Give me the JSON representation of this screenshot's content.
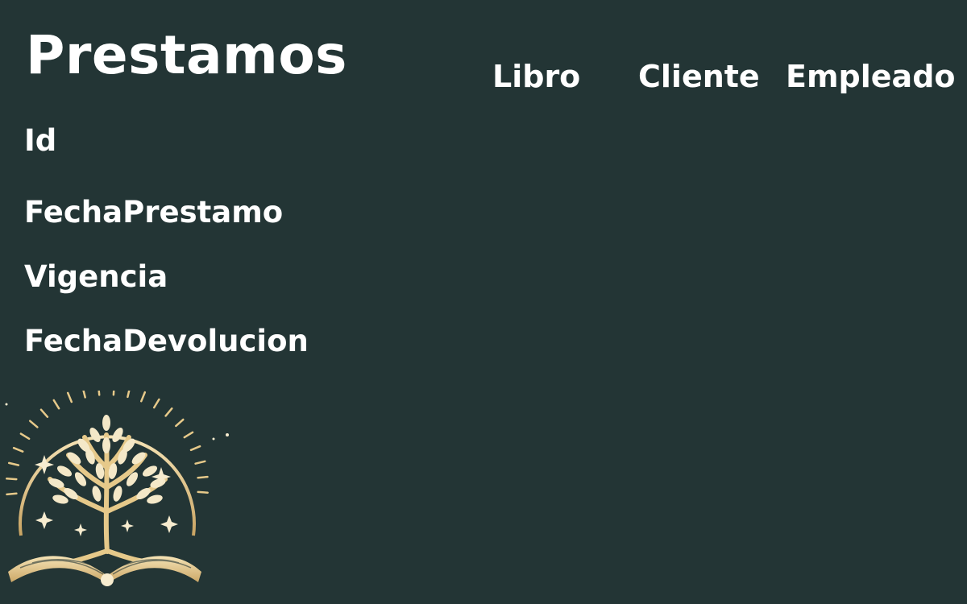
{
  "page": {
    "title": "Prestamos",
    "tabs": [
      {
        "label": "Libro"
      },
      {
        "label": "Cliente"
      },
      {
        "label": "Empleado"
      }
    ],
    "fields": [
      {
        "label": "Id"
      },
      {
        "label": "FechaPrestamo"
      },
      {
        "label": "Vigencia"
      },
      {
        "label": "FechaDevolucion"
      }
    ]
  },
  "logo": {
    "icon": "tree-of-knowledge-book-icon",
    "colors": {
      "gold": "#e6c98a",
      "cream": "#f7eccf"
    }
  },
  "colors": {
    "background": "#233535",
    "text": "#ffffff"
  }
}
